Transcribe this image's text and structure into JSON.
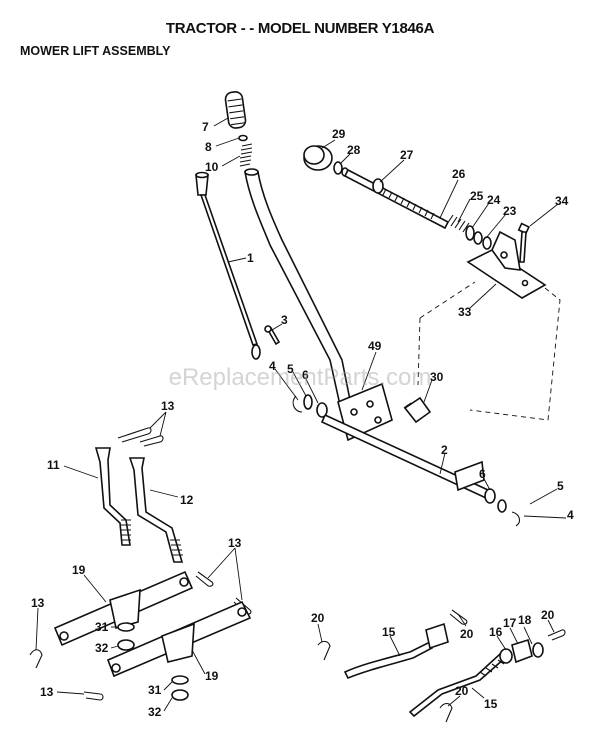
{
  "header": {
    "title": "TRACTOR - - MODEL NUMBER Y1846A",
    "section": "MOWER LIFT ASSEMBLY"
  },
  "watermark": "eReplacementParts.com",
  "callouts": [
    {
      "id": "c7",
      "text": "7"
    },
    {
      "id": "c8",
      "text": "8"
    },
    {
      "id": "c10",
      "text": "10"
    },
    {
      "id": "c1",
      "text": "1"
    },
    {
      "id": "c3",
      "text": "3"
    },
    {
      "id": "c29",
      "text": "29"
    },
    {
      "id": "c28",
      "text": "28"
    },
    {
      "id": "c27",
      "text": "27"
    },
    {
      "id": "c26",
      "text": "26"
    },
    {
      "id": "c25",
      "text": "25"
    },
    {
      "id": "c24",
      "text": "24"
    },
    {
      "id": "c23",
      "text": "23"
    },
    {
      "id": "c34",
      "text": "34"
    },
    {
      "id": "c33",
      "text": "33"
    },
    {
      "id": "c49",
      "text": "49"
    },
    {
      "id": "c30",
      "text": "30"
    },
    {
      "id": "c4a",
      "text": "4"
    },
    {
      "id": "c5a",
      "text": "5"
    },
    {
      "id": "c6a",
      "text": "6"
    },
    {
      "id": "c2",
      "text": "2"
    },
    {
      "id": "c6b",
      "text": "6"
    },
    {
      "id": "c5b",
      "text": "5"
    },
    {
      "id": "c4b",
      "text": "4"
    },
    {
      "id": "c13a",
      "text": "13"
    },
    {
      "id": "c11",
      "text": "11"
    },
    {
      "id": "c12",
      "text": "12"
    },
    {
      "id": "c13b",
      "text": "13"
    },
    {
      "id": "c19a",
      "text": "19"
    },
    {
      "id": "c13c",
      "text": "13"
    },
    {
      "id": "c31a",
      "text": "31"
    },
    {
      "id": "c32a",
      "text": "32"
    },
    {
      "id": "c19b",
      "text": "19"
    },
    {
      "id": "c13d",
      "text": "13"
    },
    {
      "id": "c31b",
      "text": "31"
    },
    {
      "id": "c32b",
      "text": "32"
    },
    {
      "id": "c20a",
      "text": "20"
    },
    {
      "id": "c15a",
      "text": "15"
    },
    {
      "id": "c20b",
      "text": "20"
    },
    {
      "id": "c16",
      "text": "16"
    },
    {
      "id": "c17",
      "text": "17"
    },
    {
      "id": "c18",
      "text": "18"
    },
    {
      "id": "c20c",
      "text": "20"
    },
    {
      "id": "c20d",
      "text": "20"
    },
    {
      "id": "c15b",
      "text": "15"
    }
  ]
}
